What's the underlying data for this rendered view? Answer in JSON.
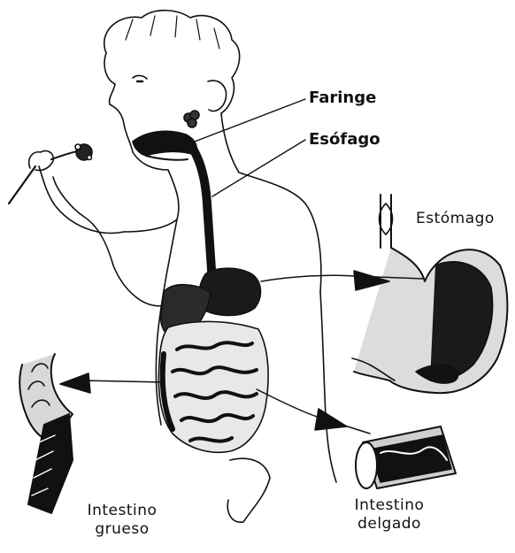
{
  "diagram": {
    "labels": {
      "faringe": "Faringe",
      "esofago": "Esófago",
      "estomago": "Estómago",
      "intestino_grueso_line1": "Intestino",
      "intestino_grueso_line2": "grueso",
      "intestino_delgado_line1": "Intestino",
      "intestino_delgado_line2": "delgado"
    },
    "colors": {
      "ink": "#111111",
      "paper": "#ffffff",
      "organ": "#1a1a1a"
    }
  }
}
